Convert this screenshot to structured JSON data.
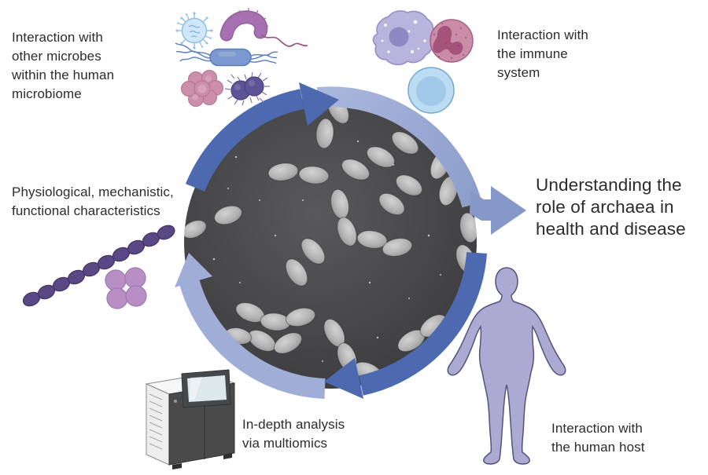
{
  "diagram_title": "Understanding the\nrole of archaea in\nhealth and disease",
  "labels": {
    "microbiome": "Interaction with\nother microbes\nwithin the human\nmicrobiome",
    "immune": "Interaction with\nthe immune\nsystem",
    "physiological": "Physiological, mechanistic,\nfunctional characteristics",
    "multiomics": "In-depth analysis\nvia multiomics",
    "host": "Interaction with\nthe human host"
  },
  "icons": {
    "center": "sem-micrograph-of-archaea",
    "cycle": "circular-cycle-arrows",
    "top_left": [
      "virus-icon",
      "curved-bacterium-icon",
      "rod-bacterium-icon",
      "cocci-cluster-icon",
      "spiky-diplococcus-icon"
    ],
    "top_right": [
      "macrophage-icon",
      "neutrophil-icon",
      "lymphocyte-icon"
    ],
    "left": [
      "archaea-chain-icon",
      "archaea-tetrad-icon"
    ],
    "bottom_left": [
      "sequencer-icon"
    ],
    "bottom_right": [
      "human-figure-icon"
    ]
  },
  "colors": {
    "arrow_dark_blue": "#4d6ab0",
    "arrow_light_blue": "#a3b1d9",
    "exit_arrow_blue": "#8598c8",
    "text": "#2c2c2c",
    "human_fill": "#abaad2",
    "sem_background": "#3d3d40",
    "sem_cells": "#b3b3b3"
  }
}
